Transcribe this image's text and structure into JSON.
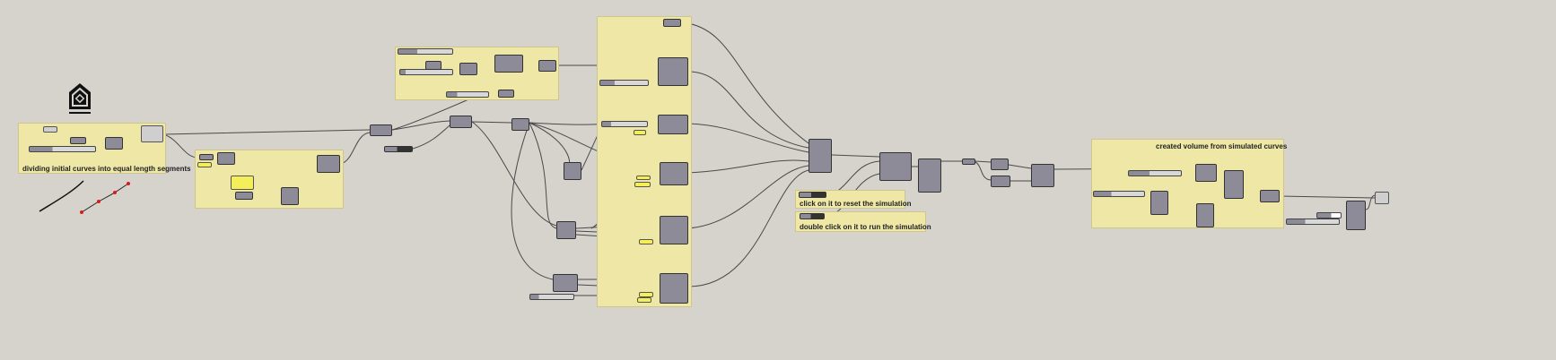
{
  "groups": {
    "divide_label": "dividing initial curves into equal length segments",
    "reset_label": "click on it to reset the simulation",
    "run_label": "double click on it to run the simulation",
    "volume_label": "created volume from simulated curves"
  },
  "logo": {
    "name": "house-logo"
  },
  "colors": {
    "canvas": "#d6d3cd",
    "group": "#eee7a6",
    "component": "#8e8b99",
    "wire": "#4a4a4a",
    "point": "#e0181b"
  }
}
